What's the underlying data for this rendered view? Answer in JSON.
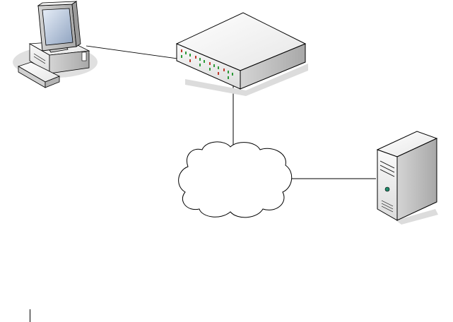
{
  "diagram": {
    "nodes": [
      {
        "id": "workstation",
        "icon": "desktop-computer-icon"
      },
      {
        "id": "switch",
        "icon": "network-switch-icon"
      },
      {
        "id": "network",
        "icon": "cloud-icon"
      },
      {
        "id": "server",
        "icon": "tower-server-icon"
      }
    ],
    "links": [
      {
        "from": "workstation",
        "to": "switch"
      },
      {
        "from": "switch",
        "to": "network"
      },
      {
        "from": "network",
        "to": "server"
      }
    ],
    "colors": {
      "line": "#000000",
      "shadow": "#d9d9d9",
      "device_light": "#f4f4f4",
      "device_mid": "#c8c8c8",
      "screen": "#9fb0c8",
      "port_led_green": "#2e9a3a",
      "port_led_red": "#c0392b",
      "server_led": "#1f8a6a"
    }
  }
}
